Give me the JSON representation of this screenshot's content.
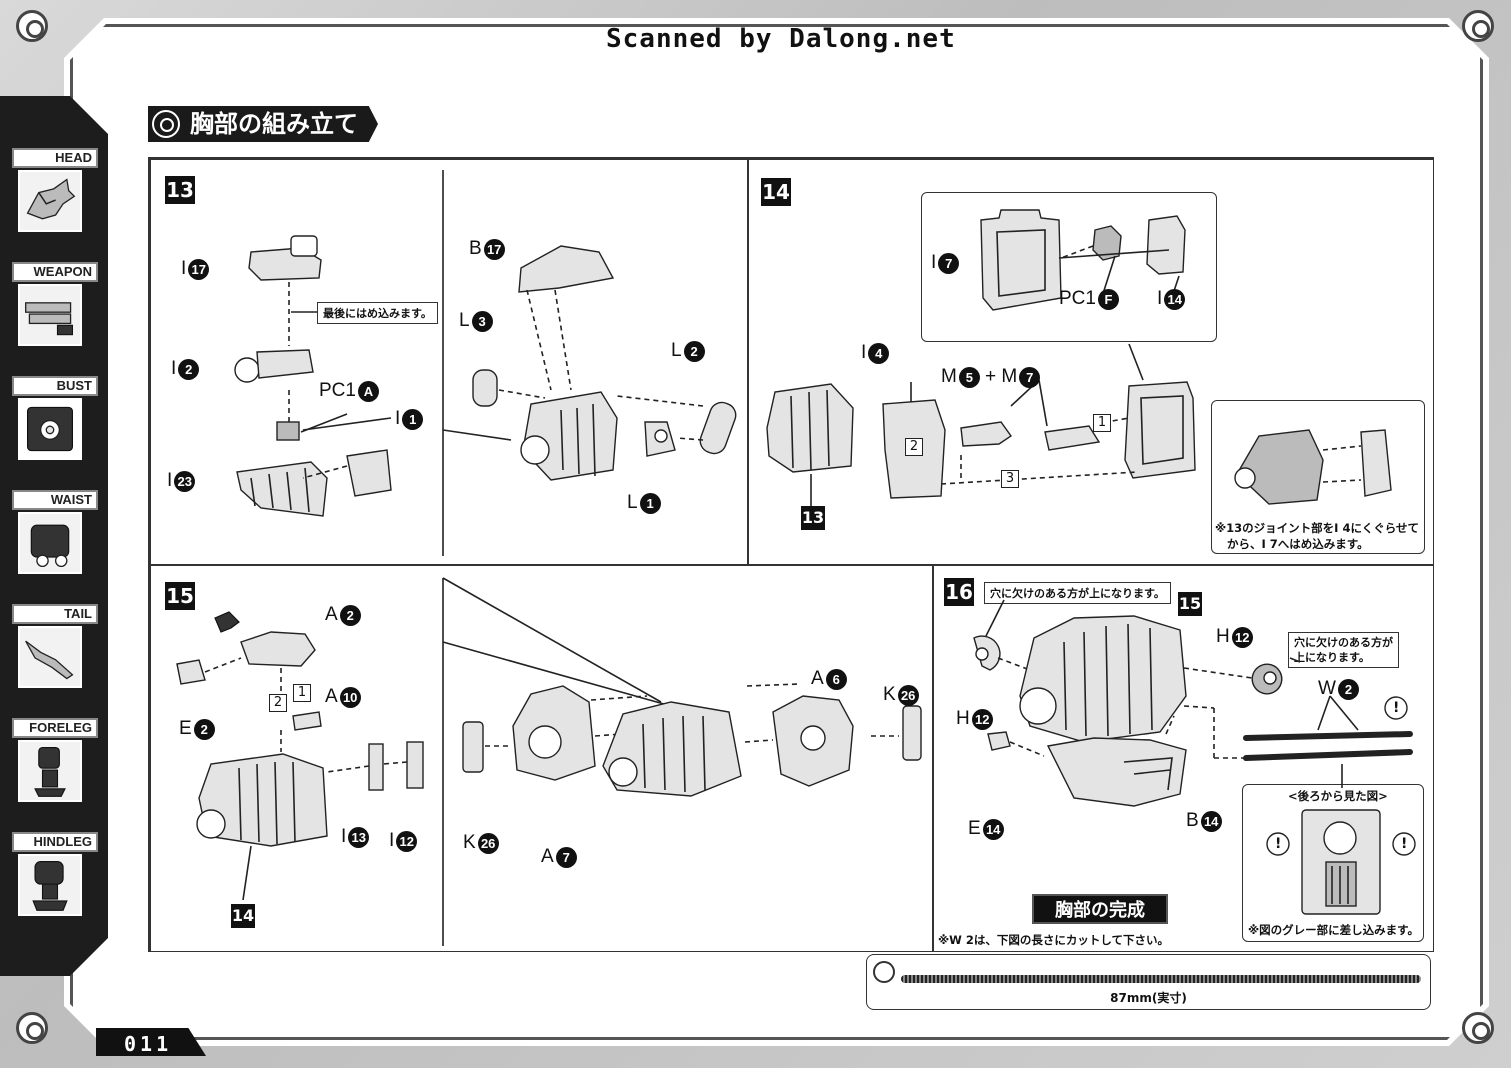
{
  "watermark": "Scanned by Dalong.net",
  "section_title": "胸部の組み立て",
  "sidebar": {
    "items": [
      {
        "label": "HEAD",
        "icon": "dinosaur-head-icon"
      },
      {
        "label": "WEAPON",
        "icon": "gun-icon"
      },
      {
        "label": "BUST",
        "icon": "bust-icon",
        "active": true
      },
      {
        "label": "WAIST",
        "icon": "waist-icon"
      },
      {
        "label": "TAIL",
        "icon": "tail-icon"
      },
      {
        "label": "FORELEG",
        "icon": "foreleg-icon"
      },
      {
        "label": "HINDLEG",
        "icon": "hindleg-icon"
      }
    ]
  },
  "steps": {
    "s13": {
      "number": "13",
      "labels": [
        {
          "letter": "I",
          "num": "17"
        },
        {
          "letter": "I",
          "num": "2"
        },
        {
          "letter": "PC1",
          "num": "A"
        },
        {
          "letter": "I",
          "num": "1"
        },
        {
          "letter": "I",
          "num": "23"
        },
        {
          "letter": "B",
          "num": "17"
        },
        {
          "letter": "L",
          "num": "3"
        },
        {
          "letter": "L",
          "num": "2"
        },
        {
          "letter": "L",
          "num": "1"
        }
      ],
      "callout": "最後にはめ込みます。"
    },
    "s14": {
      "number": "14",
      "labels": [
        {
          "letter": "I",
          "num": "7"
        },
        {
          "letter": "PC1",
          "num": "F"
        },
        {
          "letter": "I",
          "num": "14"
        },
        {
          "letter": "I",
          "num": "4"
        },
        {
          "letter": "M",
          "num": "5"
        },
        {
          "letter": "+ M",
          "num": "7"
        }
      ],
      "sub_tag": "13",
      "order": [
        "1",
        "2",
        "3"
      ],
      "note_line1": "※13のジョイント部をI 4にくぐらせて",
      "note_line2": "から、I 7へはめ込みます。"
    },
    "s15": {
      "number": "15",
      "labels": [
        {
          "letter": "A",
          "num": "2"
        },
        {
          "letter": "A",
          "num": "10"
        },
        {
          "letter": "E",
          "num": "2"
        },
        {
          "letter": "I",
          "num": "13"
        },
        {
          "letter": "I",
          "num": "12"
        },
        {
          "letter": "A",
          "num": "6"
        },
        {
          "letter": "K",
          "num": "26"
        },
        {
          "letter": "K",
          "num": "26"
        },
        {
          "letter": "A",
          "num": "7"
        }
      ],
      "sub_tag": "14",
      "order": [
        "1",
        "2"
      ]
    },
    "s16": {
      "number": "16",
      "sub_tag": "15",
      "labels": [
        {
          "letter": "H",
          "num": "12"
        },
        {
          "letter": "H",
          "num": "12"
        },
        {
          "letter": "W",
          "num": "2"
        },
        {
          "letter": "E",
          "num": "14"
        },
        {
          "letter": "B",
          "num": "14"
        }
      ],
      "callout_1": "穴に欠けのある方が上になります。",
      "callout_2_line1": "穴に欠けのある方が",
      "callout_2_line2": "上になります。",
      "rear_view_title": "<後ろから見た図>",
      "rear_view_note": "※図のグレー部に差し込みます。",
      "complete": "胸部の完成",
      "wire_note": "※W 2は、下図の長さにカットして下さい。",
      "warning_mark": "!"
    }
  },
  "wire_length": "87mm(実寸)",
  "page_number": "011"
}
